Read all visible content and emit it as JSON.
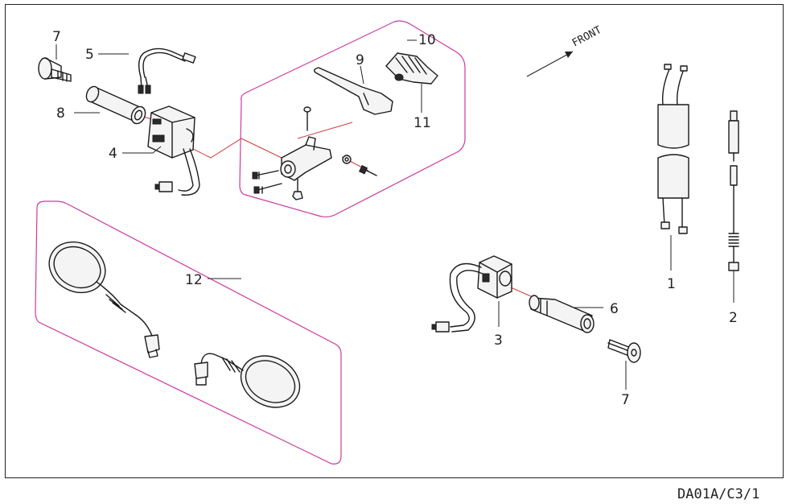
{
  "callouts": {
    "c1": "1",
    "c2": "2",
    "c3": "3",
    "c4": "4",
    "c5": "5",
    "c6": "6",
    "c7a": "7",
    "c7b": "7",
    "c8": "8",
    "c9": "9",
    "c10": "10",
    "c11": "11",
    "c12": "12"
  },
  "direction_label": "FRONT",
  "drawing_code": "DA01A/C3/1",
  "colors": {
    "group_outline": "#cc3aa0",
    "assembly_line": "#d23a3a",
    "linework": "#1a1a1a"
  }
}
